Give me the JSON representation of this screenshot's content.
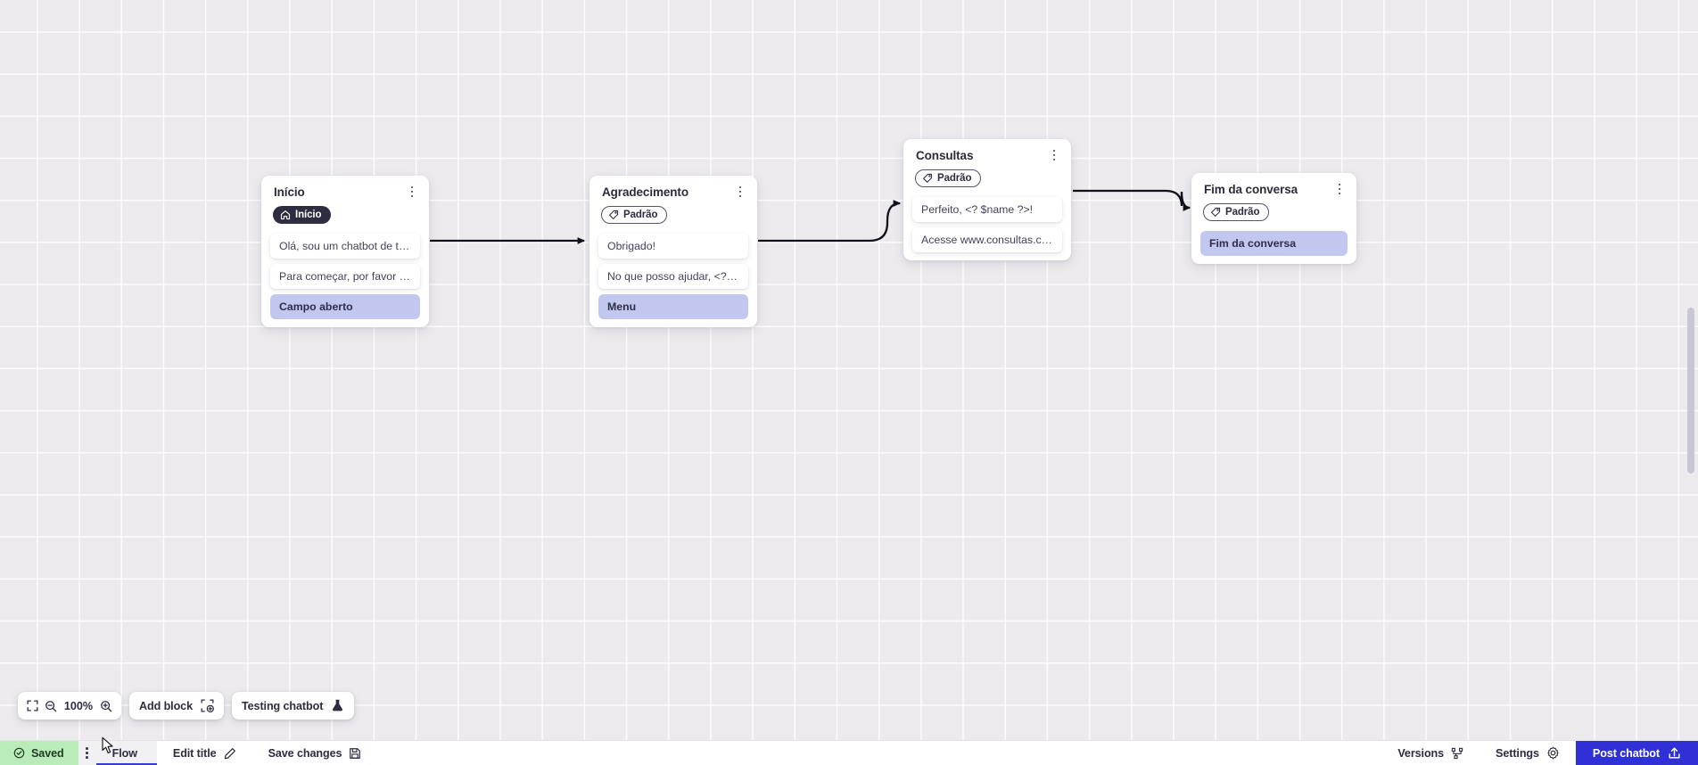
{
  "canvas": {
    "nodes": [
      {
        "id": "inicio",
        "title": "Início",
        "badge": {
          "label": "Início",
          "icon": "home-icon",
          "style": "dark"
        },
        "rows": [
          {
            "text": "Olá, sou um chatbot de teste!",
            "accent": false
          },
          {
            "text": "Para começar, por favor digite o ...",
            "accent": false
          },
          {
            "text": "Campo aberto",
            "accent": true
          }
        ]
      },
      {
        "id": "agradecimento",
        "title": "Agradecimento",
        "badge": {
          "label": "Padrão",
          "icon": "tag-icon",
          "style": "outline"
        },
        "rows": [
          {
            "text": "Obrigado!",
            "accent": false
          },
          {
            "text": "No que posso ajudar, <? $name ...",
            "accent": false
          },
          {
            "text": "Menu",
            "accent": true
          }
        ]
      },
      {
        "id": "consultas",
        "title": "Consultas",
        "badge": {
          "label": "Padrão",
          "icon": "tag-icon",
          "style": "outline"
        },
        "rows": [
          {
            "text": "Perfeito, <? $name ?>!",
            "accent": false
          },
          {
            "text": "Acesse www.consultas.com par...",
            "accent": false
          }
        ]
      },
      {
        "id": "fim",
        "title": "Fim da conversa",
        "badge": {
          "label": "Padrão",
          "icon": "tag-icon",
          "style": "outline"
        },
        "rows": [
          {
            "text": "Fim da conversa",
            "accent": true
          }
        ]
      }
    ]
  },
  "toolbar": {
    "fit_icon": "fit-screen-icon",
    "zoom_out_icon": "zoom-out-icon",
    "zoom_in_icon": "zoom-in-icon",
    "zoom_level": "100%",
    "add_block_label": "Add block",
    "add_block_icon": "add-block-icon",
    "testing_chatbot_label": "Testing chatbot",
    "testing_chatbot_icon": "flask-icon"
  },
  "bottom_bar": {
    "saved_label": "Saved",
    "saved_icon": "check-circle-icon",
    "grip_icon": "drag-handle-icon",
    "flow_tab_label": "Flow",
    "edit_title_label": "Edit title",
    "edit_title_icon": "pencil-icon",
    "save_changes_label": "Save changes",
    "save_changes_icon": "floppy-disk-icon",
    "versions_label": "Versions",
    "versions_icon": "branch-icon",
    "settings_label": "Settings",
    "settings_icon": "gear-icon",
    "post_chatbot_label": "Post chatbot",
    "post_chatbot_icon": "upload-icon"
  },
  "colors": {
    "accent_blue": "#2f31d6",
    "saved_green": "#baecba",
    "row_accent": "#c2c7f0",
    "canvas_bg": "#eceaed",
    "badge_dark": "#2e2c3f"
  }
}
